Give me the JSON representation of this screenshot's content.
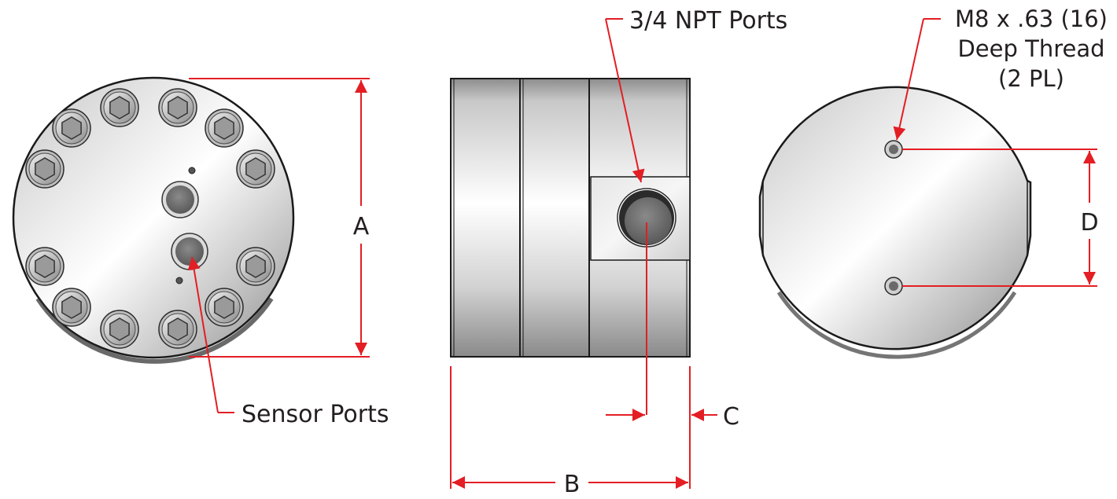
{
  "labels": {
    "npt_ports": "3/4 NPT Ports",
    "thread_line1": "M8 x .63 (16)",
    "thread_line2": "Deep Thread",
    "thread_line3": "(2 PL)",
    "sensor_ports": "Sensor Ports"
  },
  "dimensions": {
    "a": "A",
    "b": "B",
    "c": "C",
    "d": "D"
  },
  "colors": {
    "dimension_line": "#e31e24",
    "text": "#231f20",
    "outline": "#1a1a1a"
  }
}
